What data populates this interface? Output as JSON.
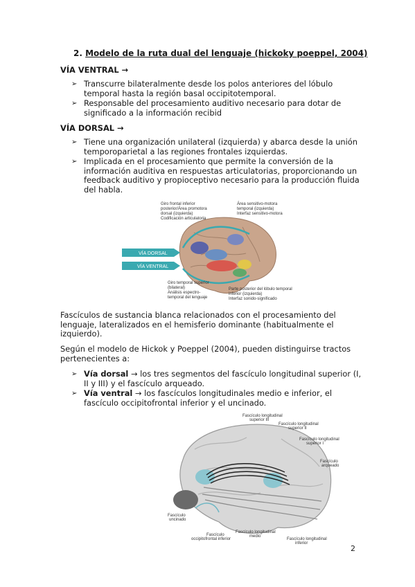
{
  "heading": {
    "number": "2.",
    "title": "Modelo de la ruta dual del lenguaje (hickoky poeppel, 2004)"
  },
  "ventral": {
    "title": "VÍA VENTRAL →",
    "bullets": [
      "Transcurre bilateralmente desde los polos anteriores del lóbulo temporal hasta la región basal occipitotemporal.",
      "Responsable del procesamiento auditivo necesario para dotar de significado a la información recibid"
    ]
  },
  "dorsal": {
    "title": "VÍA DORSAL →",
    "bullets": [
      "Tiene una organización unilateral (izquierda) y abarca desde la unión temporoparietal a las regiones frontales izquierdas.",
      "Implicada en el procesamiento que permite la conversión de la información auditiva en respuestas articulatorias, proporcionando un feedback auditivo y propioceptivo necesario para la producción fluida del habla."
    ]
  },
  "figure1": {
    "label_dorsal": "VÍA DORSAL",
    "label_ventral": "VÍA VENTRAL",
    "note_top_left": [
      "Giro frontal inferior",
      "posterior/Área promotora",
      "dorsal (izquierda)",
      "Codificación articulatoria"
    ],
    "note_top_right": [
      "Área sensitivo-motora",
      "temporal (izquierda)",
      "Interfaz sensitivo-motora"
    ],
    "note_bottom_left": [
      "Giro temporal superior",
      "(bilateral)",
      "Análisis espectro-",
      "temporal del lenguaje"
    ],
    "note_bottom_right": [
      "Parte posterior del lóbulo temporal",
      "inferior (izquierda)",
      "Interfaz sonido-significado"
    ]
  },
  "paragraph1": "Fascículos de sustancia blanca relacionados con el procesamiento del lenguaje, lateralizados en el hemisferio dominante (habitualmente el izquierdo).",
  "paragraph2": "Según el modelo de Hickok y Poeppel (2004), pueden distinguirse tractos pertenecientes a:",
  "tracts": [
    {
      "label": "Vía dorsal",
      "text": " → los tres segmentos del fascículo longitudinal superior (I, II y III) y el fascículo arqueado."
    },
    {
      "label": "Vía ventral",
      "text": " → los fascículos longitudinales medio e inferior, el fascículo occipitofrontal inferior y el uncinado."
    }
  ],
  "figure2": {
    "flsIII": [
      "Fascículo longitudinal",
      "superior III"
    ],
    "flsII": [
      "Fascículo longitudinal",
      "superior II"
    ],
    "flsI": [
      "Fascículo longitudinal",
      "superior I"
    ],
    "arq": [
      "Fascículo",
      "arqueado"
    ],
    "unc": [
      "Fascículo",
      "uncinado"
    ],
    "ofi": [
      "Fascículo",
      "occipitofrontal inferior"
    ],
    "flm": [
      "Fascículo longitudinal",
      "medio"
    ],
    "fli": [
      "Fascículo longitudinal",
      "inferior"
    ]
  },
  "page_number": "2"
}
